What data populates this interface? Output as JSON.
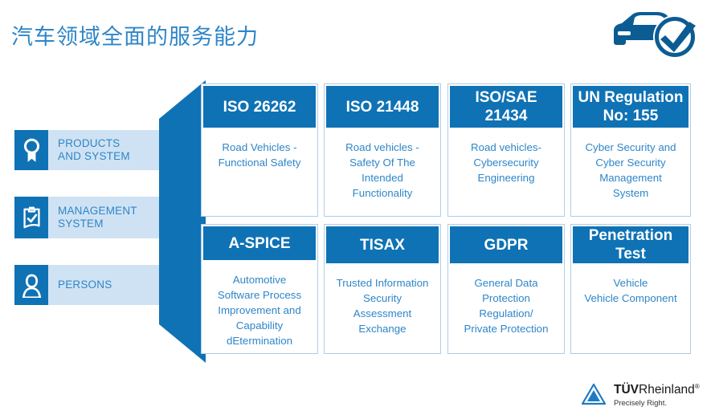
{
  "title": "汽车领域全面的服务能力",
  "colors": {
    "primary_blue": "#0F72B5",
    "text_blue": "#2E86C8",
    "light_blue_bg": "#CFE2F3",
    "card_border": "#AFCDE8"
  },
  "header_logo": {
    "name": "car-check-logo",
    "alt": "car with check mark"
  },
  "categories": [
    {
      "icon": "award-seal-icon",
      "line1": "PRODUCTS",
      "line2": "AND SYSTEM"
    },
    {
      "icon": "clipboard-check-icon",
      "line1": "MANAGEMENT",
      "line2": "SYSTEM"
    },
    {
      "icon": "person-icon",
      "line1": "PERSONS",
      "line2": ""
    }
  ],
  "cards": [
    {
      "title_lines": [
        "ISO 26262"
      ],
      "body_lines": [
        "Road Vehicles -",
        "Functional Safety"
      ]
    },
    {
      "title_lines": [
        "ISO 21448"
      ],
      "body_lines": [
        "Road vehicles -",
        "Safety Of The",
        "Intended",
        "Functionality"
      ]
    },
    {
      "title_lines": [
        "ISO/SAE",
        "21434"
      ],
      "body_lines": [
        "Road vehicles-",
        "Cybersecurity",
        "Engineering"
      ]
    },
    {
      "title_lines": [
        "UN Regulation",
        "No: 155"
      ],
      "body_lines": [
        "Cyber Security and",
        "Cyber Security",
        "Management",
        "System"
      ]
    },
    {
      "title_lines": [
        "A-SPICE"
      ],
      "body_lines": [
        "Automotive",
        "Software Process",
        "Improvement and",
        "Capability",
        "dEtermination"
      ]
    },
    {
      "title_lines": [
        "TISAX"
      ],
      "body_lines": [
        "Trusted Information",
        "Security",
        "Assessment",
        "Exchange"
      ]
    },
    {
      "title_lines": [
        "GDPR"
      ],
      "body_lines": [
        "General Data",
        "Protection",
        "Regulation/",
        "Private Protection"
      ]
    },
    {
      "title_lines": [
        "Penetration",
        "Test"
      ],
      "body_lines": [
        "Vehicle",
        "Vehicle Component"
      ]
    }
  ],
  "footer_logo": {
    "brand_bold": "TÜV",
    "brand_light": "Rheinland",
    "registered": "®",
    "tagline": "Precisely Right."
  }
}
